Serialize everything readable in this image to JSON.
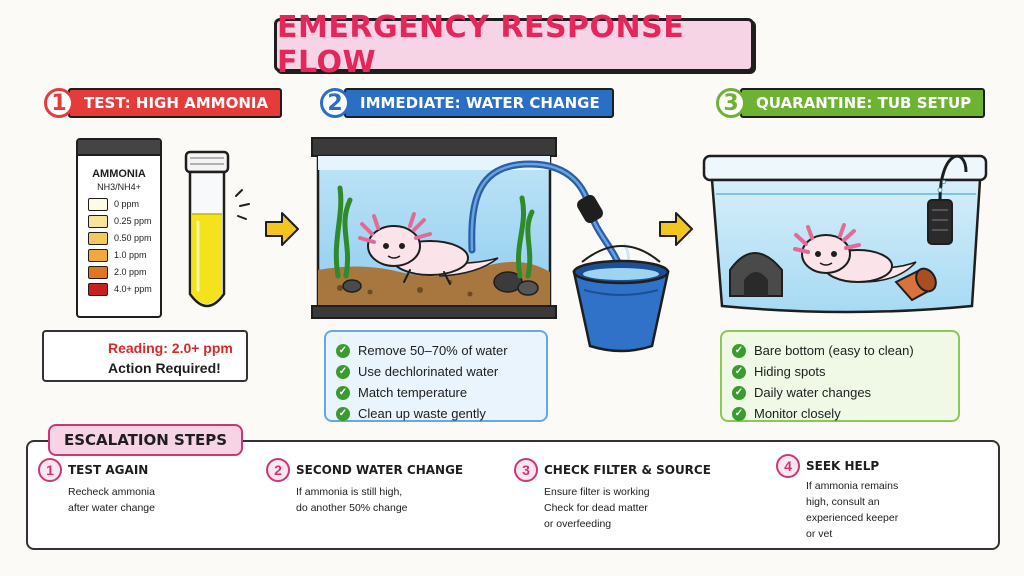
{
  "title": "EMERGENCY RESPONSE FLOW",
  "colors": {
    "title_text": "#e5265b",
    "step1": "#e53b3b",
    "step2": "#2a6fc4",
    "step3": "#6eb234",
    "escalation": "#c93777",
    "check_green": "#3a9c2e",
    "arrow_yellow": "#f4c41f",
    "arrow_pink": "#ea6a8f"
  },
  "steps": [
    {
      "number": "1",
      "label": "TEST: HIGH AMMONIA",
      "test_strip": {
        "title": "AMMONIA",
        "subtitle": "NH3/NH4+",
        "levels": [
          {
            "label": "0 ppm",
            "color": "#fdfbe8"
          },
          {
            "label": "0.25 ppm",
            "color": "#f8e49a"
          },
          {
            "label": "0.50 ppm",
            "color": "#f2c95a"
          },
          {
            "label": "1.0 ppm",
            "color": "#f0a93b"
          },
          {
            "label": "2.0 ppm",
            "color": "#e2731f"
          },
          {
            "label": "4.0+ ppm",
            "color": "#c8201f"
          }
        ]
      },
      "warning": {
        "reading": "Reading: 2.0+ ppm",
        "action": "Action Required!",
        "icon": "warning-triangle-icon"
      }
    },
    {
      "number": "2",
      "label": "IMMEDIATE: WATER CHANGE",
      "checklist": [
        "Remove 50–70% of water",
        "Use dechlorinated water",
        "Match temperature",
        "Clean up waste gently"
      ]
    },
    {
      "number": "3",
      "label": "QUARANTINE: TUB SETUP",
      "checklist": [
        "Bare bottom (easy to clean)",
        "Hiding spots",
        "Daily water changes",
        "Monitor closely"
      ]
    }
  ],
  "escalation": {
    "title": "ESCALATION STEPS",
    "items": [
      {
        "number": "1",
        "title": "TEST AGAIN",
        "lines": [
          "Recheck ammonia",
          "after water change"
        ],
        "icon": "test-tube-icon"
      },
      {
        "number": "2",
        "title": "SECOND WATER CHANGE",
        "lines": [
          "If ammonia is still high,",
          "do another 50% change"
        ],
        "icon": "bucket-icon"
      },
      {
        "number": "3",
        "title": "CHECK FILTER & SOURCE",
        "lines": [
          "Ensure filter is working",
          "Check for dead matter",
          "or overfeeding"
        ],
        "icon": "filter-icon"
      },
      {
        "number": "4",
        "title": "SEEK HELP",
        "lines": [
          "If ammonia remains",
          "high, consult an",
          "experienced keeper",
          "or vet"
        ],
        "icon": "person-on-phone-icon"
      }
    ]
  }
}
